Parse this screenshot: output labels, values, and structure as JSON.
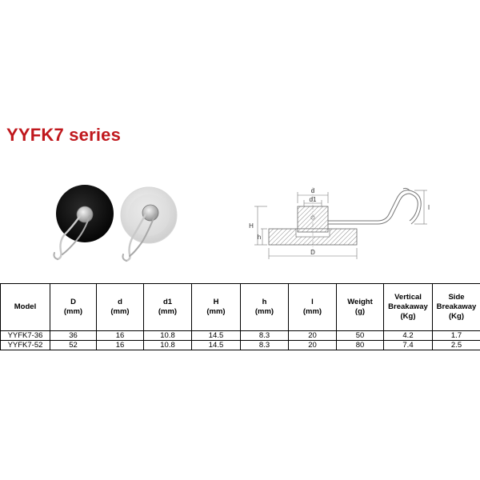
{
  "title": "YYFK7 series",
  "colors": {
    "title": "#c0181d",
    "black_magnet": "#111111",
    "white_magnet": "#e8e8e8",
    "hook_metal": "#b8b8b8",
    "diagram_hatch": "#888888"
  },
  "diagram_labels": {
    "d": "d",
    "d1": "d1",
    "H": "H",
    "h": "h",
    "D": "D",
    "l": "l"
  },
  "table": {
    "headers": [
      "Model",
      "D\n(mm)",
      "d\n(mm)",
      "d1\n(mm)",
      "H\n(mm)",
      "h\n(mm)",
      "l\n(mm)",
      "Weight\n(g)",
      "Vertical\nBreakaway\n(Kg)",
      "Side\nBreakaway\n(Kg)"
    ],
    "rows": [
      [
        "YYFK7-36",
        "36",
        "16",
        "10.8",
        "14.5",
        "8.3",
        "20",
        "50",
        "4.2",
        "1.7"
      ],
      [
        "YYFK7-52",
        "52",
        "16",
        "10.8",
        "14.5",
        "8.3",
        "20",
        "80",
        "7.4",
        "2.5"
      ]
    ]
  }
}
